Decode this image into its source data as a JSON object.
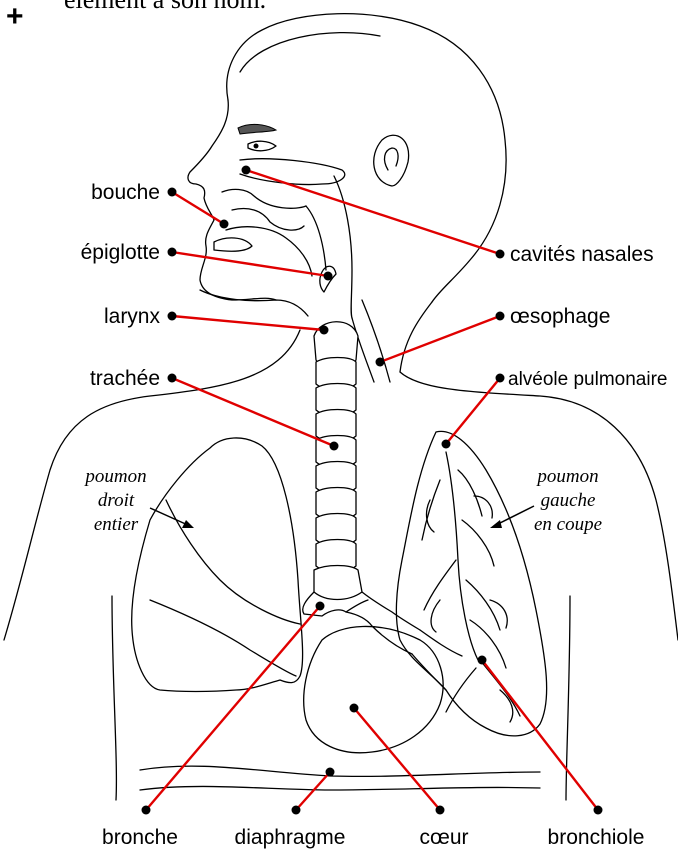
{
  "header_fragment": "élément à son nom.",
  "plus_icon": "plus-icon",
  "labels": {
    "bouche": "bouche",
    "epiglotte": "épiglotte",
    "larynx": "larynx",
    "trachee": "trachée",
    "cavites_nasales": "cavités nasales",
    "oesophage": "œsophage",
    "alveole": "alvéole pulmonaire",
    "bronche": "bronche",
    "diaphragme": "diaphragme",
    "coeur": "cœur",
    "bronchiole": "bronchiole"
  },
  "annotations": {
    "poumon_droit": [
      "poumon",
      "droit",
      "entier"
    ],
    "poumon_gauche": [
      "poumon",
      "gauche",
      "en coupe"
    ]
  },
  "colors": {
    "leader": "#e00000",
    "outline": "#000000",
    "background": "#ffffff"
  }
}
